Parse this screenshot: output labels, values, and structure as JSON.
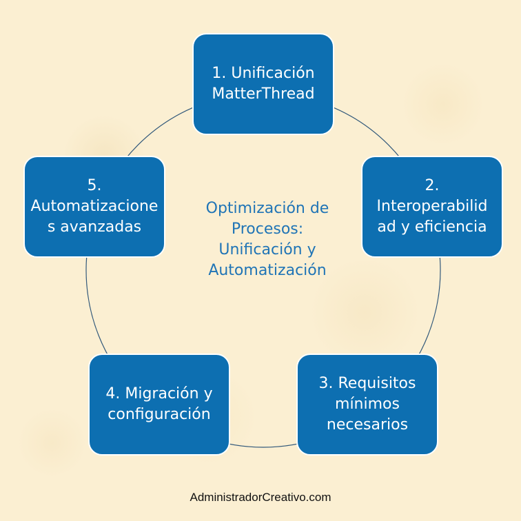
{
  "diagram": {
    "center_text": "Optimización de Procesos: Unificación y Automatización",
    "nodes": [
      {
        "label": "1. Unificación MatterThread"
      },
      {
        "label": "2. Interoperabilidad y eficiencia"
      },
      {
        "label": "3. Requisitos mínimos necesarios"
      },
      {
        "label": "4. Migración y configuración"
      },
      {
        "label": "5. Automatizaciones avanzadas"
      }
    ]
  },
  "footer": {
    "text": "AdministradorCreativo.com"
  },
  "colors": {
    "node_fill": "#0d6fb1",
    "center_text": "#1f74b6",
    "background": "#fbefd2",
    "ring": "#31587a"
  }
}
